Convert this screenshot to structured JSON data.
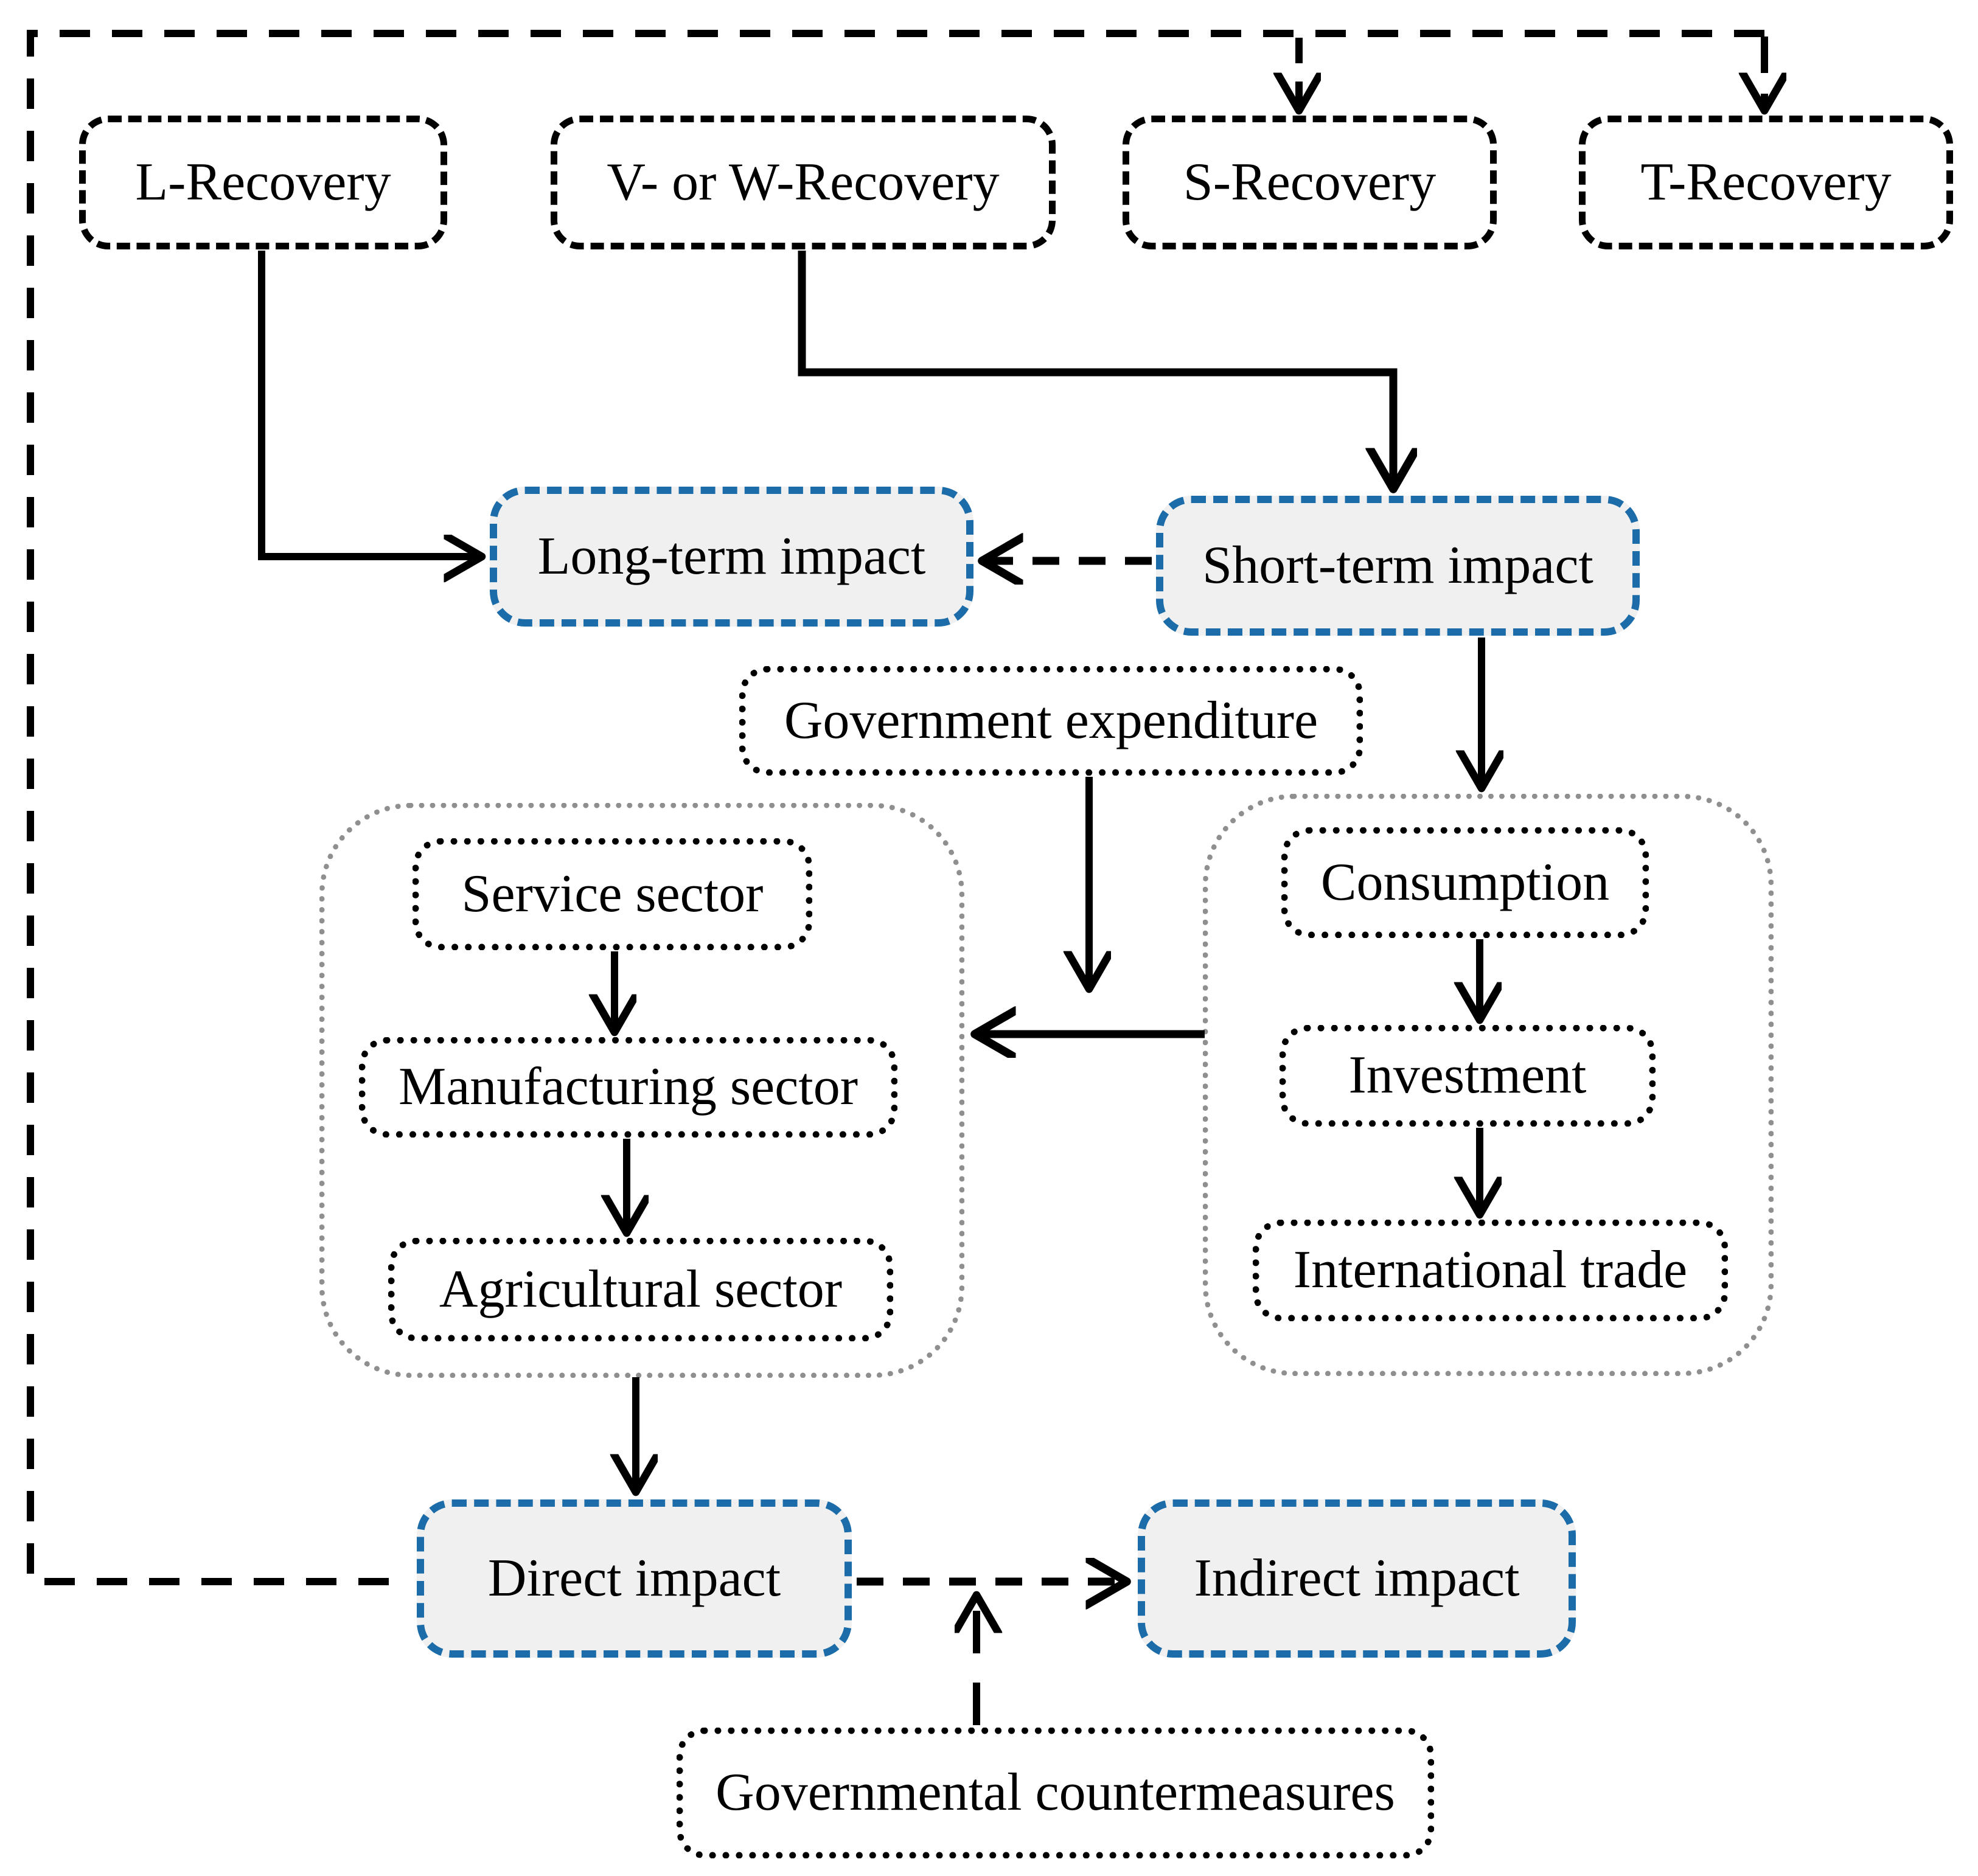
{
  "nodes": {
    "l_recovery": "L-Recovery",
    "vw_recovery": "V- or W-Recovery",
    "s_recovery": "S-Recovery",
    "t_recovery": "T-Recovery",
    "long_term": "Long-term impact",
    "short_term": "Short-term impact",
    "gov_expenditure": "Government expenditure",
    "service": "Service sector",
    "manufacturing": "Manufacturing sector",
    "agricultural": "Agricultural sector",
    "consumption": "Consumption",
    "investment": "Investment",
    "intl_trade": "International trade",
    "direct": "Direct impact",
    "indirect": "Indirect impact",
    "countermeasures": "Governmental countermeasures"
  },
  "colors": {
    "accent_blue": "#1B6CA8",
    "impact_fill": "#F0F0F0",
    "container_dot_gray": "#8F8F8F",
    "line_black": "#000000",
    "background": "#FFFFFF"
  }
}
